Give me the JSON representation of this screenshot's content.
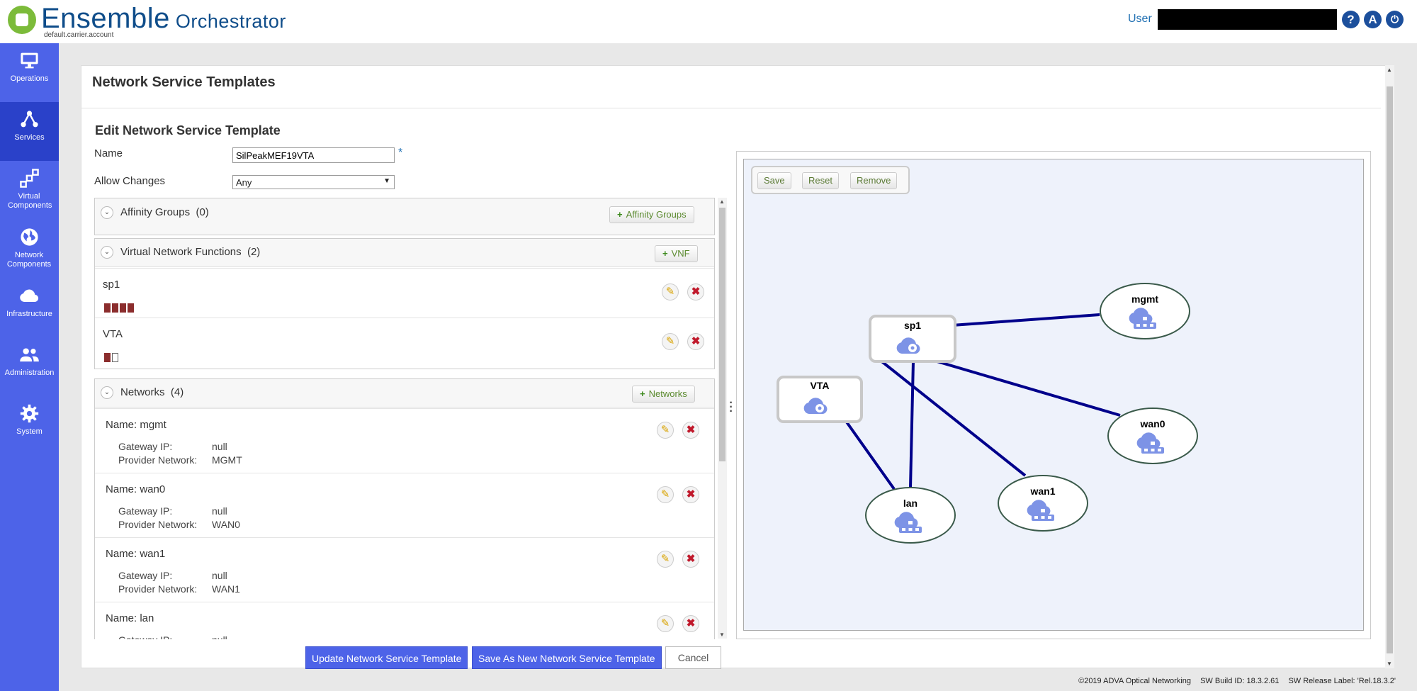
{
  "header": {
    "brand": "Ensemble",
    "product": "Orchestrator",
    "account": "default.carrier.account",
    "user_label": "User",
    "help_icon": "?",
    "account_icon": "A",
    "power_icon": "⏻"
  },
  "sidebar": {
    "items": [
      {
        "label": "Operations",
        "icon": "monitor-icon"
      },
      {
        "label": "Services",
        "icon": "services-icon",
        "active": true
      },
      {
        "label": "Virtual Components",
        "icon": "virtual-components-icon"
      },
      {
        "label": "Network Components",
        "icon": "globe-icon"
      },
      {
        "label": "Infrastructure",
        "icon": "cloud-icon"
      },
      {
        "label": "Administration",
        "icon": "users-icon"
      },
      {
        "label": "System",
        "icon": "gear-icon"
      }
    ]
  },
  "page": {
    "title": "Network Service Templates",
    "section_title": "Edit Network Service Template"
  },
  "form": {
    "name_label": "Name",
    "name_value": "SilPeakMEF19VTA",
    "required_mark": "*",
    "allow_changes_label": "Allow Changes",
    "allow_changes_value": "Any"
  },
  "affinity": {
    "title": "Affinity Groups",
    "count": "(0)",
    "add_label": "Affinity Groups"
  },
  "vnfs": {
    "title": "Virtual Network Functions",
    "count": "(2)",
    "add_label": "VNF",
    "items": [
      {
        "name": "sp1",
        "filled": 4,
        "empty": 0
      },
      {
        "name": "VTA",
        "filled": 1,
        "empty": 1
      }
    ]
  },
  "networks": {
    "title": "Networks",
    "count": "(4)",
    "add_label": "Networks",
    "gateway_key": "Gateway IP:",
    "provider_key": "Provider Network:",
    "items": [
      {
        "name": "Name: mgmt",
        "gateway": "null",
        "provider": "MGMT"
      },
      {
        "name": "Name: wan0",
        "gateway": "null",
        "provider": "WAN0"
      },
      {
        "name": "Name: wan1",
        "gateway": "null",
        "provider": "WAN1"
      },
      {
        "name": "Name: lan",
        "gateway": "null",
        "provider": ""
      }
    ]
  },
  "actions": {
    "update_label": "Update Network Service Template",
    "save_new_label": "Save As New Network Service Template",
    "cancel_label": "Cancel"
  },
  "canvas": {
    "save_label": "Save",
    "reset_label": "Reset",
    "remove_label": "Remove",
    "nodes": {
      "sp1": "sp1",
      "vta": "VTA",
      "mgmt": "mgmt",
      "wan0": "wan0",
      "wan1": "wan1",
      "lan": "lan"
    },
    "link_color": "#00008b"
  },
  "footer": {
    "copyright": "©2019 ADVA Optical Networking",
    "build": "SW Build ID: 18.3.2.61",
    "release": "SW Release Label: 'Rel.18.3.2'"
  },
  "colors": {
    "sidebar": "#4d63e8",
    "sidebar_active": "#2a41c9",
    "brand_blue": "#0f4d8a",
    "logo_green": "#7cbb3a",
    "vnf_bar": "#8b2d2d"
  }
}
